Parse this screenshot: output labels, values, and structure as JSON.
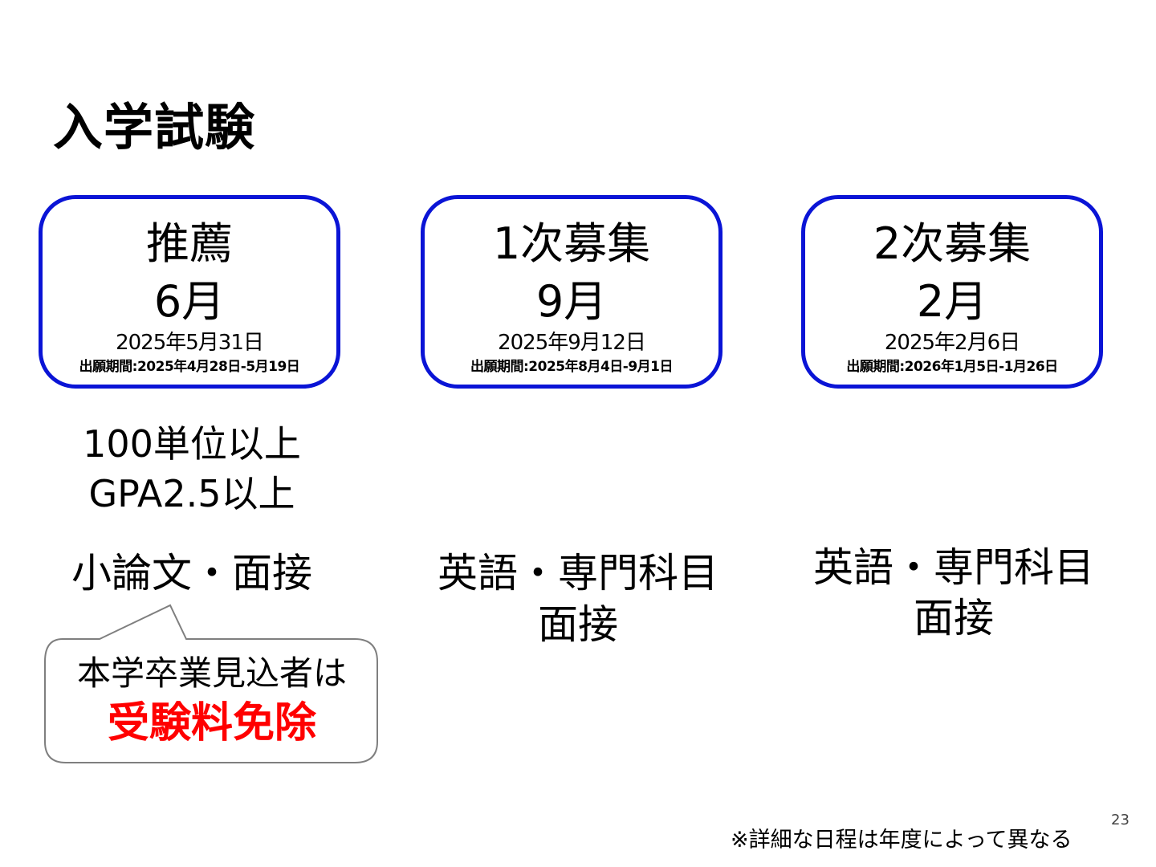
{
  "title": "入学試験",
  "cards": [
    {
      "name": "推薦",
      "month": "6月",
      "date": "2025年5月31日",
      "period": "出願期間:2025年4月28日-5月19日"
    },
    {
      "name": "1次募集",
      "month": "9月",
      "date": "2025年9月12日",
      "period": "出願期間:2025年8月4日-9月1日"
    },
    {
      "name": "2次募集",
      "month": "2月",
      "date": "2025年2月6日",
      "period": "出願期間:2026年1月5日-1月26日"
    }
  ],
  "requirements": [
    "100単位以上",
    "GPA2.5以上"
  ],
  "exams": [
    [
      "小論文・面接"
    ],
    [
      "英語・専門科目",
      "面接"
    ],
    [
      "英語・専門科目",
      "面接"
    ]
  ],
  "callout": {
    "line1": "本学卒業見込者は",
    "line2": "受験料免除"
  },
  "note": "※詳細な日程は年度によって異なる",
  "page_number": "23",
  "colors": {
    "card_border": "#0a14d6",
    "highlight": "#ff0000",
    "bubble_border": "#7f7f7f"
  }
}
